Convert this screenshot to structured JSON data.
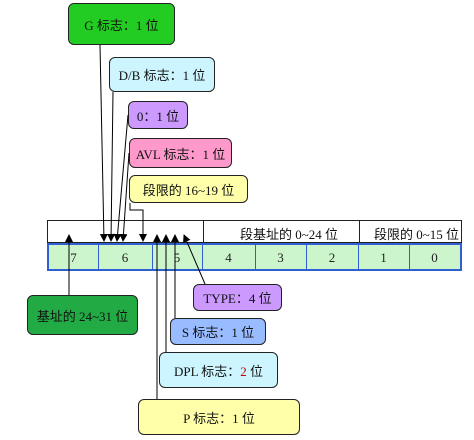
{
  "labels": {
    "g_flag": "G 标志：1 位",
    "db_flag": "D/B 标志：1 位",
    "zero_bit": "0：1 位",
    "avl_flag": "AVL 标志：1 位",
    "limit_high": "段限的 16~19 位",
    "base_high": "基址的 24~31 位",
    "type_field": "TYPE：4 位",
    "s_flag": "S 标志：1 位",
    "dpl_prefix": "DPL 标志：",
    "dpl_value": "2",
    "dpl_suffix": " 位",
    "p_flag": "P 标志：1 位"
  },
  "descriptor": {
    "base_low_label": "段基址的 0~24 位",
    "limit_low_label": "段限的 0~15 位",
    "bytes": [
      "7",
      "6",
      "5",
      "4",
      "3",
      "2",
      "1",
      "0"
    ]
  },
  "colors": {
    "g_flag": "#22cc22",
    "db_flag": "#ccf5ff",
    "zero_bit": "#cc99ff",
    "avl_flag": "#ff99cc",
    "limit_high": "#ffffaa",
    "base_high": "#22aa44",
    "type_field": "#cc99ff",
    "s_flag": "#99bbff",
    "dpl_flag": "#ccf5ff",
    "p_flag": "#ffffaa",
    "byte_row": "#ccf5cc",
    "byte_border": "#2f5fd0"
  }
}
